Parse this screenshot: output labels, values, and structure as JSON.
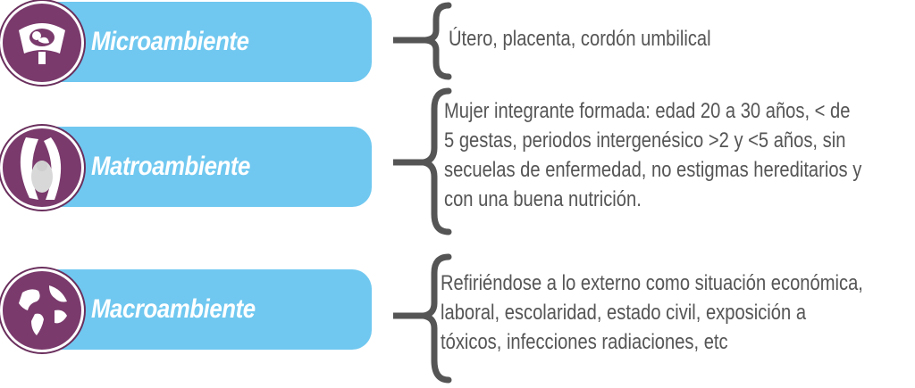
{
  "rows": [
    {
      "label": "Microambiente",
      "icon": "uterus-fetus-icon",
      "description": [
        "Útero, placenta, cordón umbilical"
      ]
    },
    {
      "label": "Matroambiente",
      "icon": "pregnant-woman-icon",
      "description": [
        "Mujer integrante  formada: edad 20 a 30 años, < de",
        "5 gestas, periodos intergenésico >2 y <5 años, sin",
        "secuelas de enfermedad, no estigmas hereditarios y",
        "con una buena nutrición."
      ]
    },
    {
      "label": "Macroambiente",
      "icon": "globe-icon",
      "description": [
        "Refiriéndose a lo externo como situación económica,",
        "laboral, escolaridad, estado civil, exposición a",
        "tóxicos, infecciones radiaciones, etc"
      ]
    }
  ],
  "colors": {
    "pill": "#70c8f0",
    "badge": "#7a3a6c",
    "brace": "#555555",
    "text": "#555555"
  }
}
